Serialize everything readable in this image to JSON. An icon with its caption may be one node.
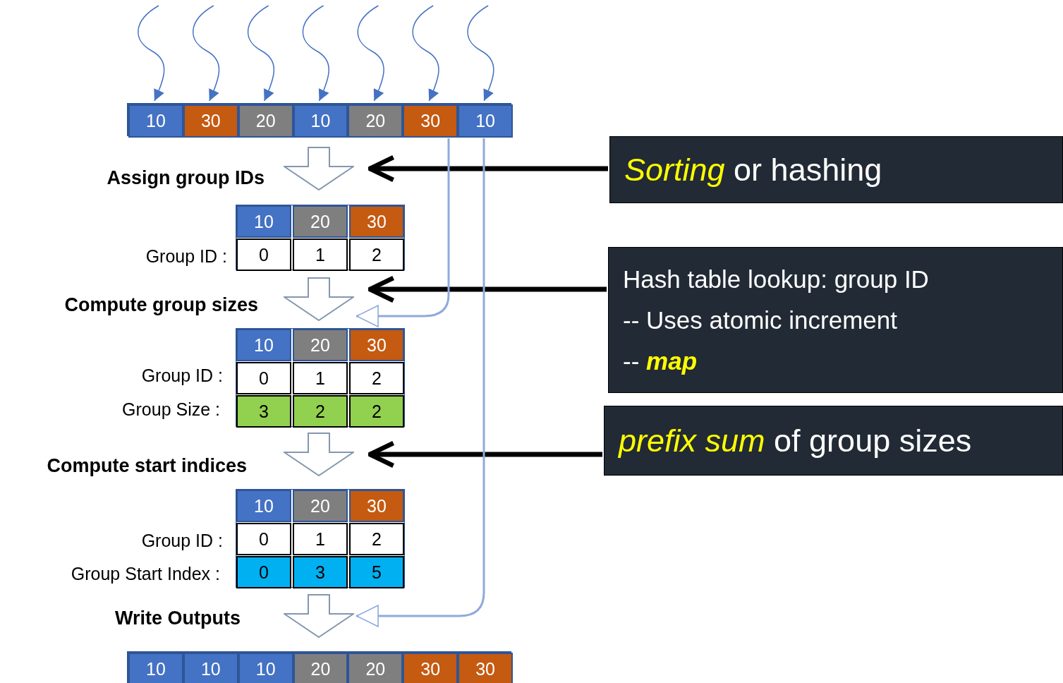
{
  "diagram": {
    "nodes": [
      {
        "text": [],
        "shape": "bar"
      },
      {
        "text": [
          "10"
        ],
        "in": 0
      },
      {
        "text": [
          "30"
        ],
        "in": 0
      },
      {
        "text": [
          "20"
        ],
        "in": 0
      },
      {
        "text": [
          "10"
        ],
        "in": 0
      },
      {
        "text": [
          "20"
        ],
        "in": 0
      },
      {
        "text": [
          "30"
        ],
        "in": 0
      },
      {
        "text": [
          "10"
        ],
        "in": 0
      },
      {
        "text": [],
        "shape": "box"
      },
      {
        "text": [
          "10"
        ],
        "in": 8
      },
      {
        "text": [
          "20"
        ],
        "in": 8
      },
      {
        "text": [
          "30"
        ],
        "in": 8
      },
      {
        "text": [
          "0"
        ],
        "in": 8
      },
      {
        "text": [
          "1"
        ],
        "in": 8
      },
      {
        "text": [
          "2"
        ],
        "in": 8
      },
      {
        "text": [],
        "shape": "box"
      },
      {
        "text": [
          "10"
        ],
        "in": 15
      },
      {
        "text": [
          "20"
        ],
        "in": 15
      },
      {
        "text": [
          "30"
        ],
        "in": 15
      },
      {
        "text": [
          "0"
        ],
        "in": 15
      },
      {
        "text": [
          "1"
        ],
        "in": 15
      },
      {
        "text": [
          "2"
        ],
        "in": 15
      },
      {
        "text": [
          "3"
        ],
        "in": 15
      },
      {
        "text": [
          "2"
        ],
        "in": 15
      },
      {
        "text": [
          "2"
        ],
        "in": 15
      },
      {
        "text": [],
        "shape": "box"
      },
      {
        "text": [
          "10"
        ],
        "in": 25
      },
      {
        "text": [
          "20"
        ],
        "in": 25
      },
      {
        "text": [
          "30"
        ],
        "in": 25
      },
      {
        "text": [
          "0"
        ],
        "in": 25
      },
      {
        "text": [
          "1"
        ],
        "in": 25
      },
      {
        "text": [
          "2"
        ],
        "in": 25
      },
      {
        "text": [
          "0"
        ],
        "in": 25
      },
      {
        "text": [
          "3"
        ],
        "in": 25
      },
      {
        "text": [
          "5"
        ],
        "in": 25
      },
      {
        "text": [],
        "shape": "bar"
      },
      {
        "text": [
          "10"
        ],
        "in": 35
      },
      {
        "text": [
          "10"
        ],
        "in": 35
      },
      {
        "text": [
          "10"
        ],
        "in": 35
      },
      {
        "text": [
          "20"
        ],
        "in": 35
      },
      {
        "text": [
          "20"
        ],
        "in": 35
      },
      {
        "text": [
          "30"
        ],
        "in": 35
      },
      {
        "text": [
          "30"
        ],
        "in": 35
      },
      {
        "text": [
          "*Sorting* or hashing"
        ]
      },
      {
        "text": [
          "Hash table lookup: group ID",
          "-- Uses atomic increment",
          "-- **map**"
        ]
      },
      {
        "text": [
          "*prefix sum* of group sizes"
        ]
      },
      {
        "text": [],
        "shape": "arrow"
      },
      {
        "text": [],
        "shape": "arrow"
      },
      {
        "text": [],
        "shape": "arrow"
      },
      {
        "text": [],
        "shape": "arrow"
      }
    ],
    "edges": [
      {
        "from": null,
        "to": 1,
        "arrow": "to",
        "color": "#4472c4"
      },
      {
        "from": null,
        "to": 2,
        "arrow": "to",
        "color": "#4472c4"
      },
      {
        "from": null,
        "to": 3,
        "arrow": "to",
        "color": "#4472c4"
      },
      {
        "from": null,
        "to": 4,
        "arrow": "to",
        "color": "#4472c4"
      },
      {
        "from": null,
        "to": 5,
        "arrow": "to",
        "color": "#4472c4"
      },
      {
        "from": null,
        "to": 6,
        "arrow": "to",
        "color": "#4472c4"
      },
      {
        "from": null,
        "to": 7,
        "arrow": "to",
        "color": "#4472c4"
      },
      {
        "from": 43,
        "to": 46,
        "arrow": "to",
        "style": "thick",
        "color": "#000000"
      },
      {
        "from": 44,
        "to": 47,
        "arrow": "to",
        "style": "thick",
        "color": "#000000"
      },
      {
        "from": 45,
        "to": 48,
        "arrow": "to",
        "style": "thick",
        "color": "#000000"
      },
      {
        "from": 0,
        "to": 47,
        "arrow": "to"
      },
      {
        "from": 0,
        "to": 49,
        "arrow": "to"
      }
    ],
    "labels": [
      "Assign group IDs",
      "Group ID :",
      "Compute group sizes",
      "Group ID :",
      "Group Size :",
      "Compute start indices",
      "Group ID :",
      "Group Start Index :",
      "Write Outputs"
    ]
  }
}
